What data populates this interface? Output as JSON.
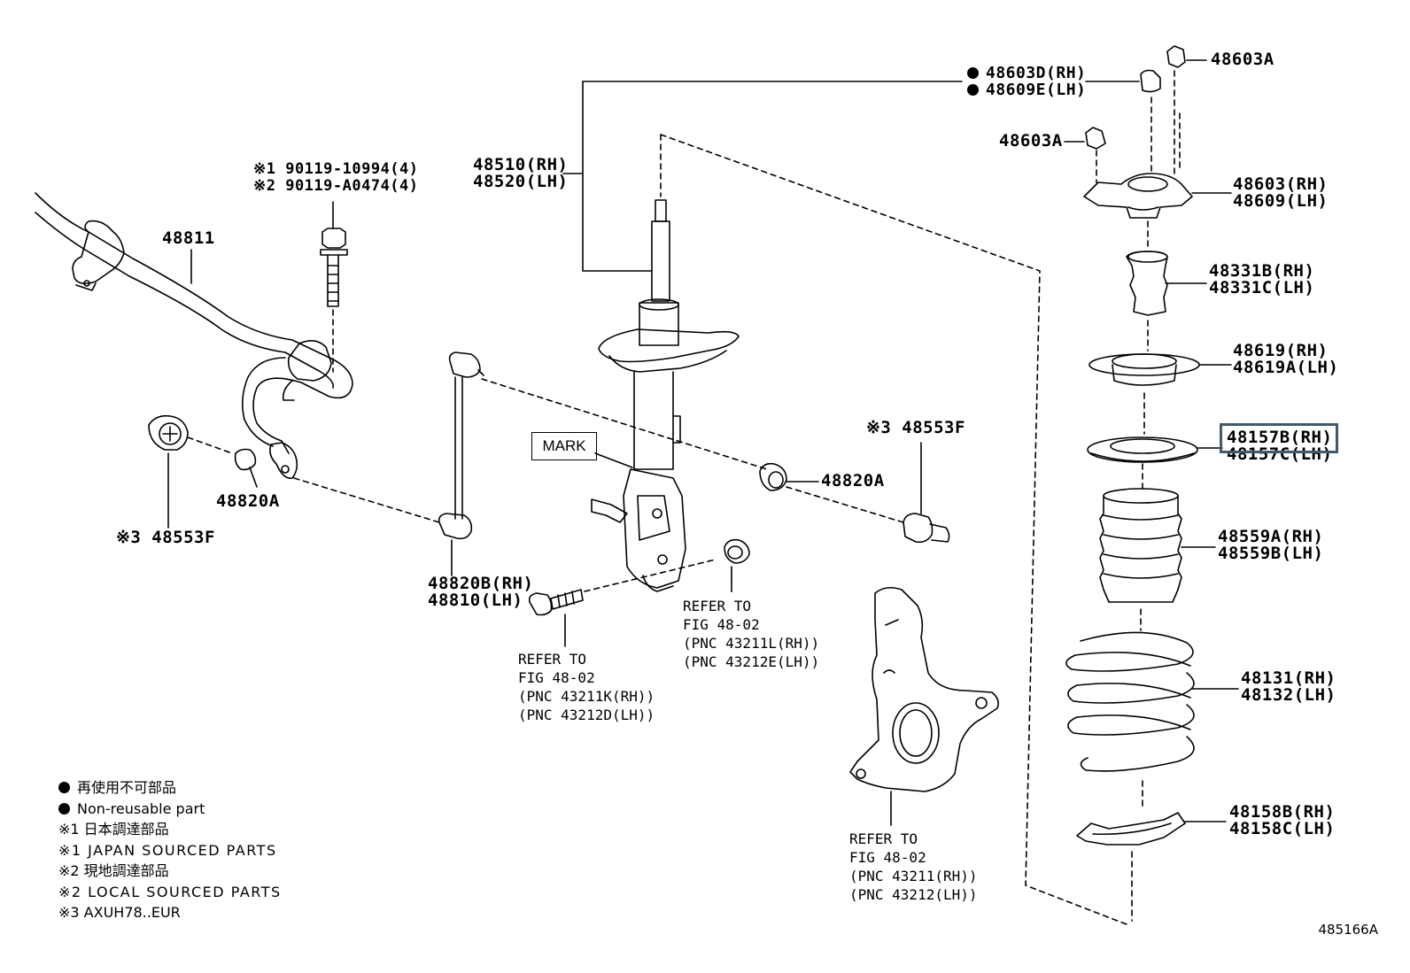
{
  "labels": {
    "bolt_note1": "※1 90119-10994(4)",
    "bolt_note2": "※2 90119-A0474(4)",
    "stabilizer_bar": "48811",
    "bushing_left": "48820A",
    "nut_left": "※3 48553F",
    "strut_rh": "48510(RH)",
    "strut_lh": "48520(LH)",
    "mark": "MARK",
    "link_rh": "48820B(RH)",
    "link_lh": "48810(LH)",
    "refer_bolt": [
      "REFER TO",
      "FIG 48-02",
      "(PNC 43211K(RH))",
      "(PNC 43212D(LH))"
    ],
    "refer_nut": [
      "REFER TO",
      "FIG 48-02",
      "(PNC 43211L(RH))",
      "(PNC 43212E(LH))"
    ],
    "bushing_right": "48820A",
    "nut_right": "※3 48553F",
    "refer_knuckle": [
      "REFER TO",
      "FIG 48-02",
      "(PNC 43211(RH))",
      "(PNC 43212(LH))"
    ],
    "top_nut_rh": "48603D(RH)",
    "top_nut_lh": "48609E(LH)",
    "mount_nut_a": "48603A",
    "mount_nut_b": "48603A",
    "mount_rh": "48603(RH)",
    "mount_lh": "48609(LH)",
    "bumper_rh": "48331B(RH)",
    "bumper_lh": "48331C(LH)",
    "spring_seat_rh": "48619(RH)",
    "spring_seat_lh": "48619A(LH)",
    "bearing_rh": "48157B(RH)",
    "bearing_lh": "48157C(LH)",
    "boot_rh": "48559A(RH)",
    "boot_lh": "48559B(LH)",
    "spring_rh": "48131(RH)",
    "spring_lh": "48132(LH)",
    "insulator_rh": "48158B(RH)",
    "insulator_lh": "48158C(LH)"
  },
  "legend": {
    "nonreusable_jp": "再使用不可部品",
    "nonreusable_en": "Non-reusable part",
    "mark1_jp": "※1 日本調達部品",
    "mark1_en": "※1 JAPAN SOURCED PARTS",
    "mark2_jp": "※2 現地調達部品",
    "mark2_en": "※2 LOCAL SOURCED PARTS",
    "mark3": "※3 AXUH78..EUR"
  },
  "diagram_code": "485166A",
  "highlight_color": "#3f5a6a"
}
